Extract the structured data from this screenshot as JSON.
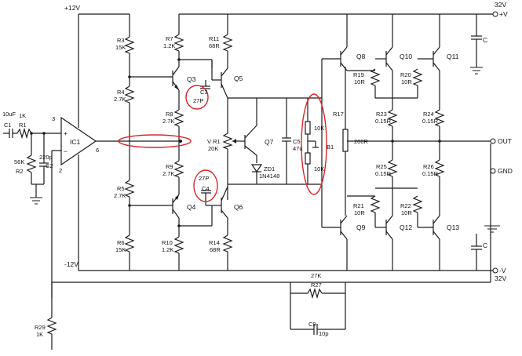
{
  "rails": {
    "pos12": "+12V",
    "neg12": "-12V",
    "pos32_value": "32V",
    "pos32_label": "+V",
    "neg32_label": "-V",
    "neg32_value": "32V"
  },
  "terminals": {
    "out": "OUT",
    "gnd": "GND"
  },
  "input": {
    "cap_value": "10uF",
    "c1": "C1",
    "r1_value": "1K",
    "r1": "R1",
    "r2": "R2",
    "r2_value": "56K",
    "c2": "C2",
    "c2_value": "220p"
  },
  "opamp": {
    "name": "IC1",
    "plus": "+",
    "minus": "−",
    "pin3": "3",
    "pin2": "2",
    "pin6": "6"
  },
  "left_ladder": [
    {
      "name": "R3",
      "value": "15K"
    },
    {
      "name": "R4",
      "value": "2.7K"
    },
    {
      "name": "R5",
      "value": "2.7K"
    },
    {
      "name": "R6",
      "value": "15K"
    }
  ],
  "mid_ladder": [
    {
      "name": "R7",
      "value": "1.2K"
    },
    {
      "name": "R8",
      "value": "2.7K"
    },
    {
      "name": "R9",
      "value": "2.7K"
    },
    {
      "name": "R10",
      "value": "1.2K"
    }
  ],
  "r11": {
    "name": "R11",
    "value": "68R"
  },
  "r14": {
    "name": "R14",
    "value": "68R"
  },
  "transistors": {
    "q3": "Q3",
    "q4": "Q4",
    "q5": "Q5",
    "q6": "Q6",
    "q7": "Q7",
    "q8": "Q8",
    "q9": "Q9",
    "q10": "Q10",
    "q11": "Q11",
    "q12": "Q12",
    "q13": "Q13"
  },
  "c3": {
    "name": "C3",
    "value": "27P"
  },
  "c4": {
    "name": "C4",
    "value": "27P"
  },
  "vr1": {
    "name": "V R1",
    "value": "20K"
  },
  "zd1": {
    "name": "ZD1",
    "value": "1N4148"
  },
  "c5": {
    "name": "C5",
    "value": "47u"
  },
  "bias": {
    "r10k_a": "10K",
    "r10k_b": "10K",
    "b1": "B1"
  },
  "r17": {
    "name": "R17",
    "value": "200R"
  },
  "r19": {
    "name": "R19",
    "value": "10R"
  },
  "r20": {
    "name": "R20",
    "value": "10R"
  },
  "r21": {
    "name": "R21",
    "value": "10R"
  },
  "r22": {
    "name": "R22",
    "value": "10R"
  },
  "r23": {
    "name": "R23",
    "value": "0.15R"
  },
  "r24": {
    "name": "R24",
    "value": "0.15R"
  },
  "r25": {
    "name": "R25",
    "value": "0.15R"
  },
  "r26": {
    "name": "R26",
    "value": "0.15R"
  },
  "supply_caps": {
    "top": "C",
    "bottom": "C"
  },
  "feedback": {
    "r27": "R27",
    "r27_value": "27K",
    "c9": "C9",
    "c9_value": "10p",
    "r29": "R29",
    "r29_value": "1K"
  },
  "highlight_color": "#d9262a"
}
